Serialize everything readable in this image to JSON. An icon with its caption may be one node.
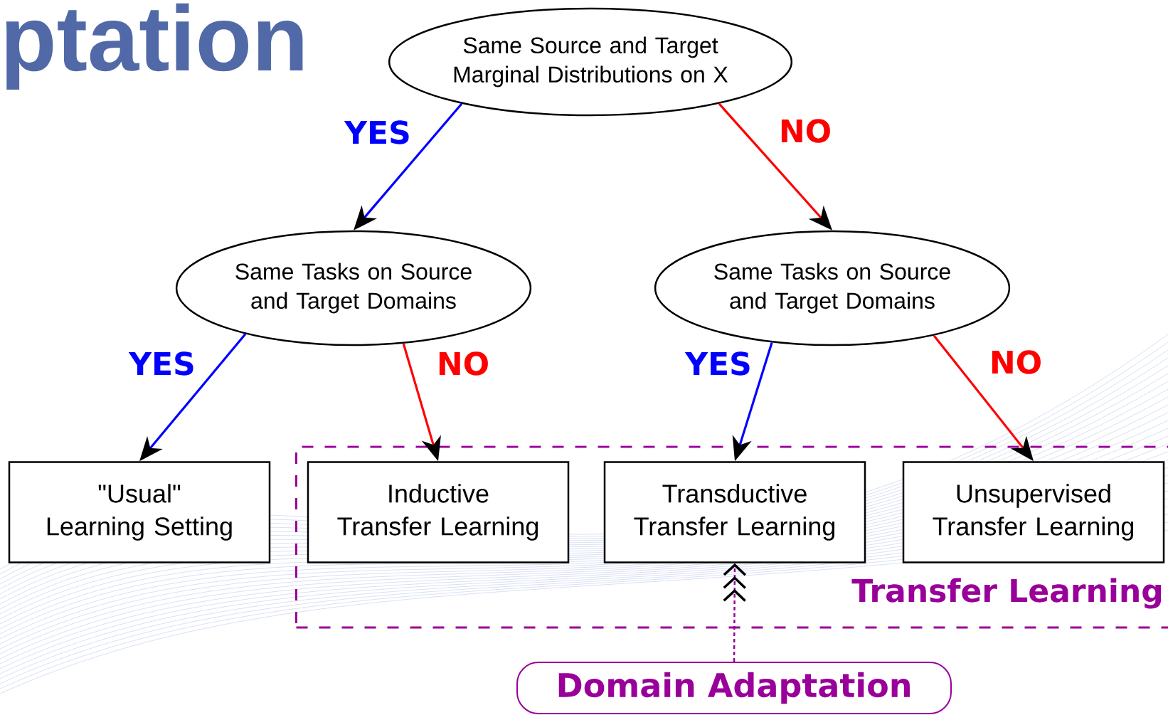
{
  "diagram": {
    "title": "ptation",
    "nodes": [
      {
        "text": [
          "Same Source and Target Marginal Distributions on X"
        ]
      },
      {
        "text": [
          "Same Tasks on Source and Target Domains"
        ]
      },
      {
        "text": [
          "Same Tasks on Source and Target Domains"
        ]
      },
      {
        "text": [
          "\"Usual\" Learning Setting"
        ]
      },
      {
        "text": [
          "Transfer Learning"
        ]
      },
      {
        "text": [
          "Inductive Transfer Learning"
        ],
        "in": 4
      },
      {
        "text": [
          "Transductive Transfer Learning"
        ],
        "in": 4
      },
      {
        "text": [
          "Unsupervised Transfer Learning"
        ],
        "in": 4
      },
      {
        "text": [
          "Domain Adaptation"
        ]
      }
    ],
    "edges": [
      {
        "from": 0,
        "to": 1,
        "arrow": "to",
        "label": "YES",
        "color": "#0000ff"
      },
      {
        "from": 0,
        "to": 2,
        "arrow": "to",
        "label": "NO",
        "color": "#ff0000"
      },
      {
        "from": 1,
        "to": 3,
        "arrow": "to",
        "label": "YES",
        "color": "#0000ff"
      },
      {
        "from": 1,
        "to": 5,
        "arrow": "to",
        "label": "NO",
        "color": "#ff0000"
      },
      {
        "from": 2,
        "to": 6,
        "arrow": "to",
        "label": "YES",
        "color": "#0000ff"
      },
      {
        "from": 2,
        "to": 7,
        "arrow": "to",
        "label": "NO",
        "color": "#ff0000"
      },
      {
        "from": 8,
        "to": 6,
        "arrow": "to",
        "style": "dashed",
        "color": "#990099"
      }
    ]
  }
}
